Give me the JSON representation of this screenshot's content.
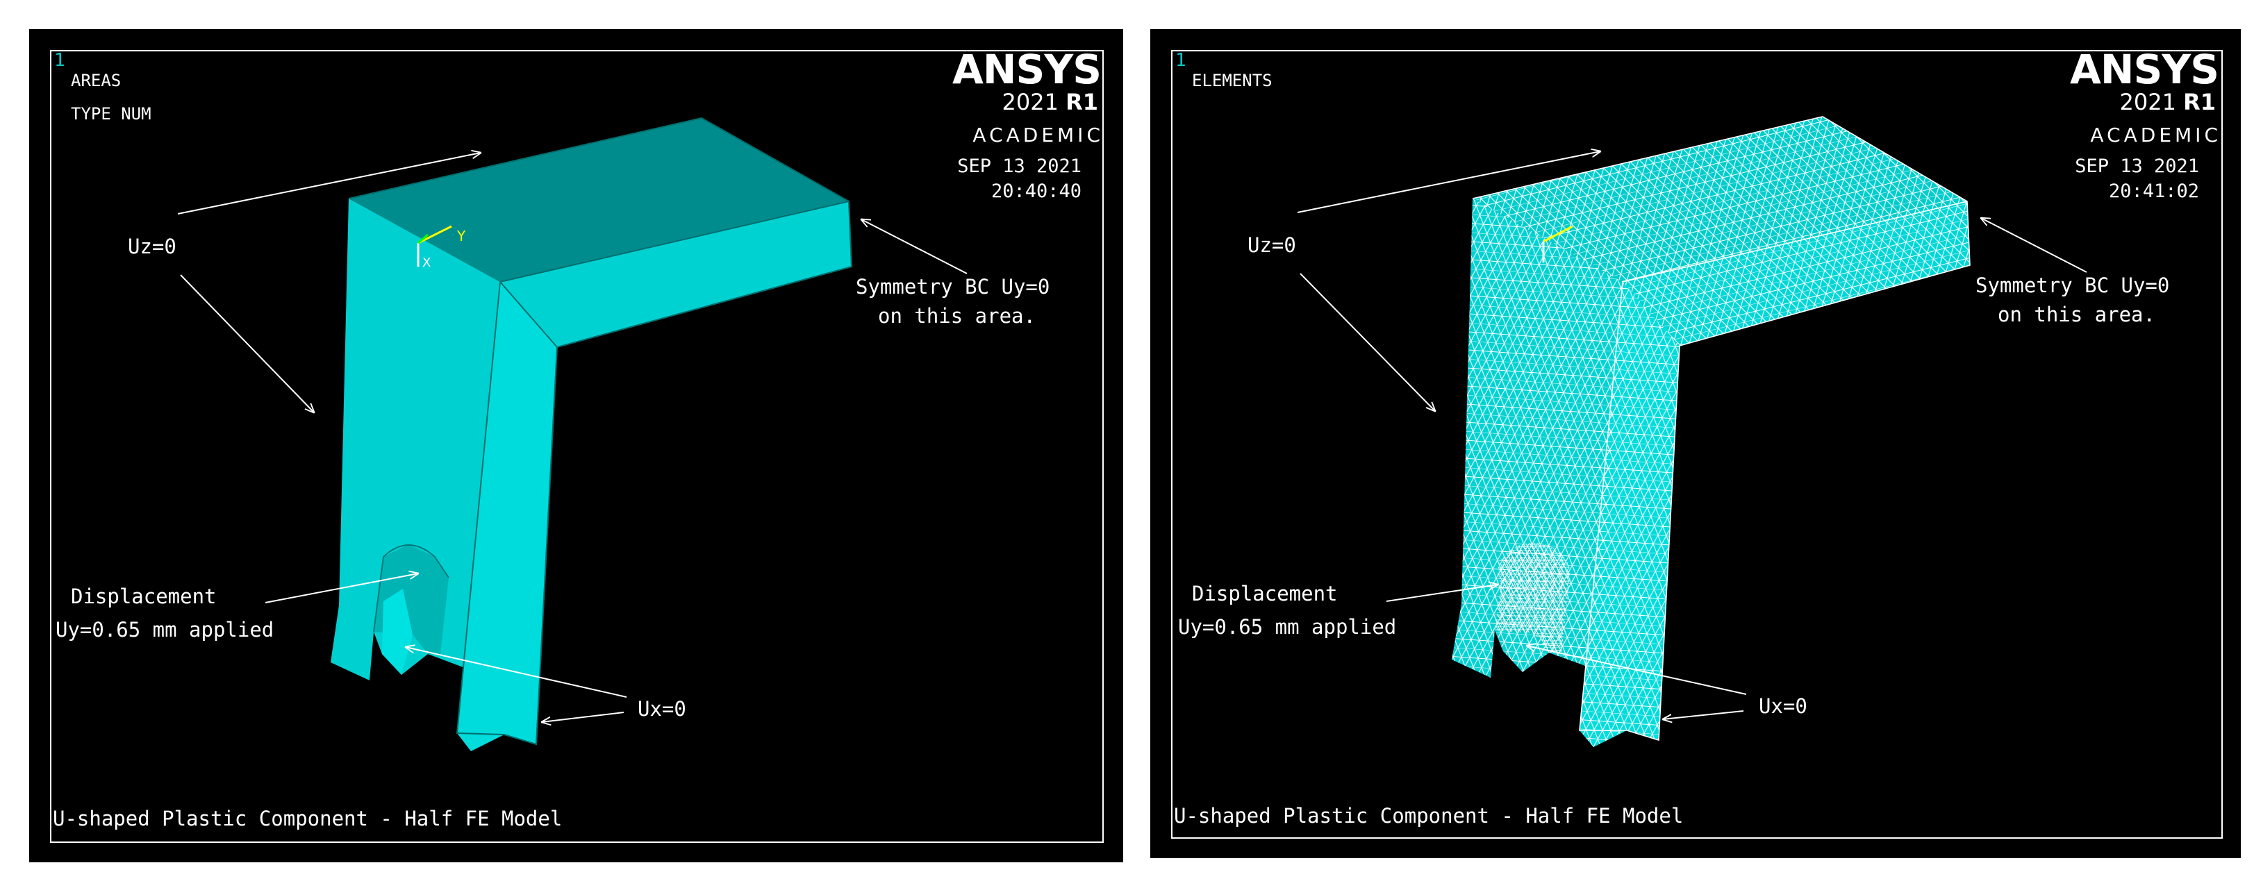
{
  "left_window": {
    "window_number": "1",
    "plot_type": "AREAS",
    "plot_option": "TYPE NUM",
    "logo": "ANSYS",
    "version_year": "2021",
    "version_release": "R1",
    "edition": "ACADEMIC",
    "date": "SEP 13 2021",
    "time": "20:40:40",
    "labels": {
      "uz": "Uz=0",
      "symmetry_line1": "Symmetry BC Uy=0",
      "symmetry_line2": "on this area.",
      "displacement_line1": "Displacement",
      "displacement_line2": "Uy=0.65 mm applied",
      "ux": "Ux=0"
    },
    "triad": {
      "y": "Y",
      "x": "X"
    },
    "title": "U-shaped Plastic Component - Half FE Model",
    "model_color": "#00cccc"
  },
  "right_window": {
    "window_number": "1",
    "plot_type": "ELEMENTS",
    "logo": "ANSYS",
    "version_year": "2021",
    "version_release": "R1",
    "edition": "ACADEMIC",
    "date": "SEP 13 2021",
    "time": "20:41:02",
    "labels": {
      "uz": "Uz=0",
      "symmetry_line1": "Symmetry BC Uy=0",
      "symmetry_line2": "on this area.",
      "displacement_line1": "Displacement",
      "displacement_line2": "Uy=0.65 mm applied",
      "ux": "Ux=0"
    },
    "title": "U-shaped Plastic Component - Half FE Model",
    "model_color": "#00cccc",
    "mesh_color": "#ffffff"
  }
}
